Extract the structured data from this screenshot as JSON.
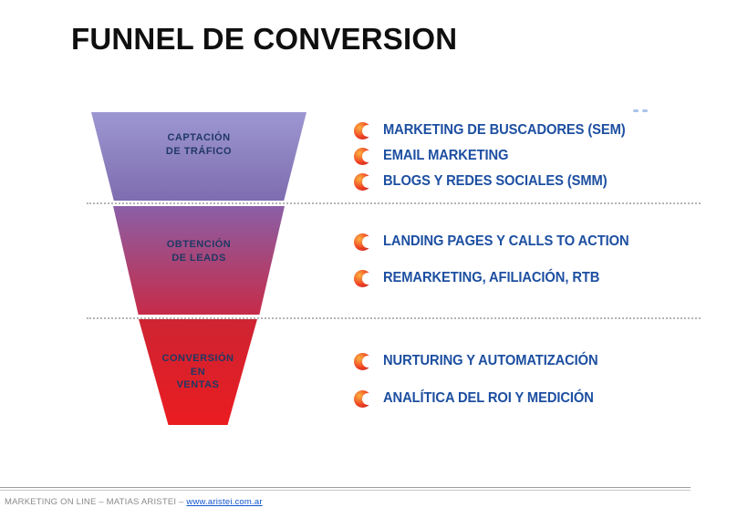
{
  "title": "FUNNEL DE CONVERSION",
  "funnel": {
    "stages": [
      {
        "id": "captacion-de-trafico",
        "lines": [
          "CAPTACIÓN",
          "DE TRÁFICO"
        ]
      },
      {
        "id": "obtencion-de-leads",
        "lines": [
          "OBTENCIÓN",
          "DE LEADS"
        ]
      },
      {
        "id": "conversion-en-ventas",
        "lines": [
          "CONVERSIÓN",
          "EN",
          "VENTAS"
        ]
      }
    ]
  },
  "bullets": {
    "groups": [
      {
        "items": [
          "MARKETING DE BUSCADORES (SEM)",
          "EMAIL MARKETING",
          "BLOGS Y REDES SOCIALES (SMM)"
        ]
      },
      {
        "items": [
          "LANDING PAGES Y CALLS TO ACTION",
          "REMARKETING, AFILIACIÓN, RTB"
        ]
      },
      {
        "items": [
          "NURTURING Y AUTOMATIZACIÓN",
          "ANALÍTICA DEL ROI Y MEDICIÓN"
        ]
      }
    ]
  },
  "footer": {
    "prefix": "MARKETING ON LINE – MATIAS ARISTEI – ",
    "link": "www.aristei.com.ar"
  },
  "colors": {
    "bullet_text": "#1d4fa1",
    "funnel_label": "#203864",
    "stage1_top": "#9d97d2",
    "stage1_bottom": "#7e6daf",
    "stage2_top": "#8a5fa7",
    "stage2_bottom": "#c62b49",
    "stage3_top": "#ce2433",
    "stage3_bottom": "#ea1c20",
    "icon_orange": "#ef4123",
    "link_blue": "#1155cc"
  }
}
